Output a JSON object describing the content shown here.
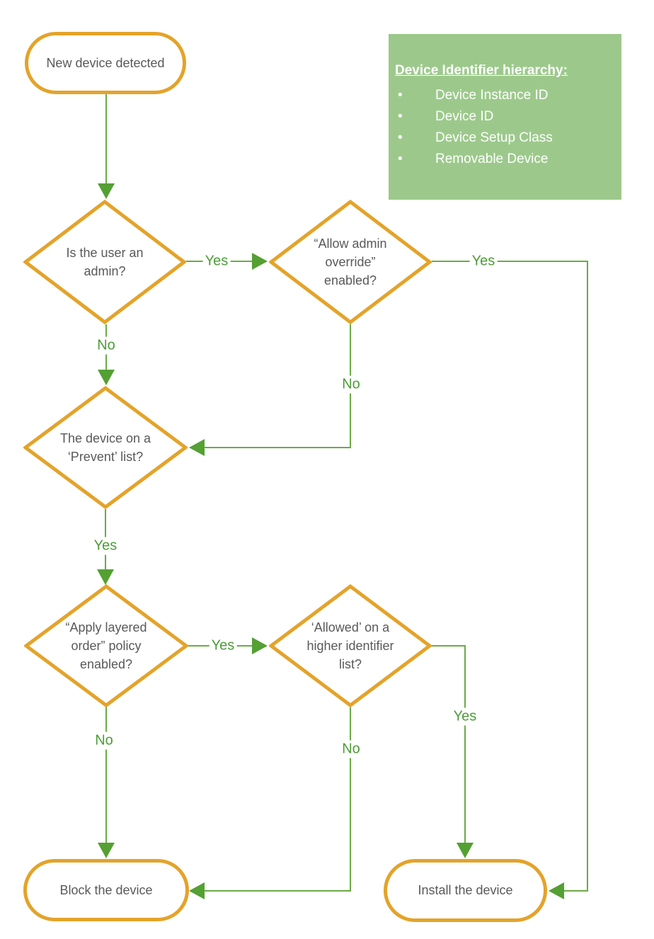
{
  "palette": {
    "shape_border": "#E4A32A",
    "connector": "#6AAB46",
    "arrowhead": "#54A033",
    "label_text": "#4D9C38",
    "node_text": "#595959",
    "legend_bg": "#9CC98B",
    "legend_text": "#FFFFFF"
  },
  "nodes": {
    "start": "New device detected",
    "admin": "Is the user an admin?",
    "override": "“Allow admin override” enabled?",
    "prevent": "The device on a ‘Prevent’ list?",
    "layered": "“Apply layered order” policy enabled?",
    "allowed": "‘Allowed’ on a higher identifier list?",
    "block": "Block the device",
    "install": "Install the device"
  },
  "legend": {
    "title": "Device Identifier hierarchy:",
    "bullet": "•",
    "items": [
      "Device Instance ID",
      "Device ID",
      "Device Setup Class",
      "Removable Device"
    ]
  },
  "edge_labels": {
    "admin_yes": "Yes",
    "admin_no": "No",
    "override_yes": "Yes",
    "override_no": "No",
    "prevent_yes": "Yes",
    "layered_yes": "Yes",
    "layered_no": "No",
    "allowed_yes": "Yes",
    "allowed_no": "No"
  }
}
